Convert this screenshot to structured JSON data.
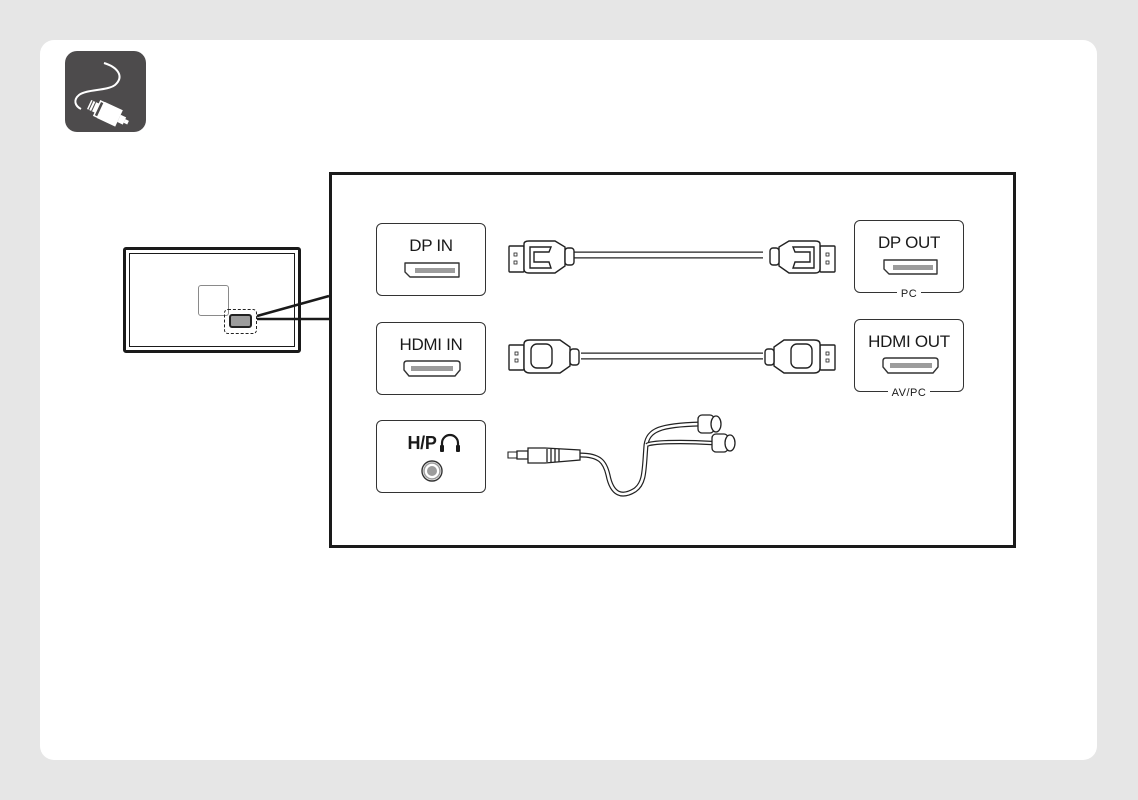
{
  "category_icon": "cable-plug-icon",
  "colors": {
    "page_background": "#e6e6e6",
    "card_background": "#ffffff",
    "icon_background": "#4d4b4c",
    "line": "#1a1a1a",
    "port_fill": "#9c9c9c"
  },
  "monitor": {
    "label": "monitor-rear-view",
    "highlight": "port-area"
  },
  "ports": {
    "dp_in": {
      "label": "DP IN",
      "glyph": "displayport-port-icon"
    },
    "hdmi_in": {
      "label": "HDMI IN",
      "glyph": "hdmi-port-icon"
    },
    "hp": {
      "label": "H/P",
      "glyph": "headphone-jack-icon",
      "extra_icon": "headphones-icon"
    },
    "dp_out": {
      "label": "DP OUT",
      "sub": "PC",
      "glyph": "displayport-port-icon"
    },
    "hdmi_out": {
      "label": "HDMI OUT",
      "sub": "AV/PC",
      "glyph": "hdmi-port-icon"
    }
  },
  "cables": [
    {
      "name": "displayport-cable",
      "from": "DP IN",
      "to": "DP OUT"
    },
    {
      "name": "hdmi-cable",
      "from": "HDMI IN",
      "to": "HDMI OUT"
    },
    {
      "name": "earphone-cable",
      "from": "H/P",
      "to": "earphones"
    }
  ]
}
